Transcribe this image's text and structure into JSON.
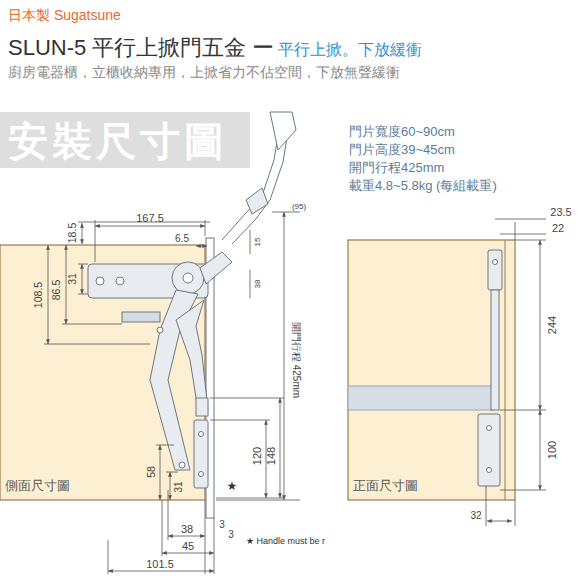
{
  "diagram": {
    "title": "SLUN-5 平行上掀門五金 ー",
    "nodes": [
      {
        "text": [
          "安裝尺寸圖"
        ]
      },
      {
        "text": [
          "側面尺寸圖"
        ]
      },
      {
        "text": [
          "正面尺寸圖"
        ]
      }
    ],
    "labels": [
      "日本製 Sugatsune",
      "平行上掀。下放緩衝",
      "廚房電器櫃，立櫃收納專用，上掀省力不佔空間，下放無聲緩衝",
      "門片寬度60~90cm",
      "門片高度39~45cm",
      "開門行程425mm",
      "載重4.8~5.8kg (每組載重)",
      "167.5",
      "6.5",
      "18.5",
      "31",
      "86.5",
      "108.5",
      "(95)",
      "15",
      "38",
      "開門行程 425mm",
      "120",
      "148",
      "58",
      "31",
      "★",
      "38",
      "3",
      "3",
      "45",
      "101.5",
      "★ Handle must be r",
      "23.5",
      "22",
      "244",
      "100",
      "32"
    ]
  }
}
